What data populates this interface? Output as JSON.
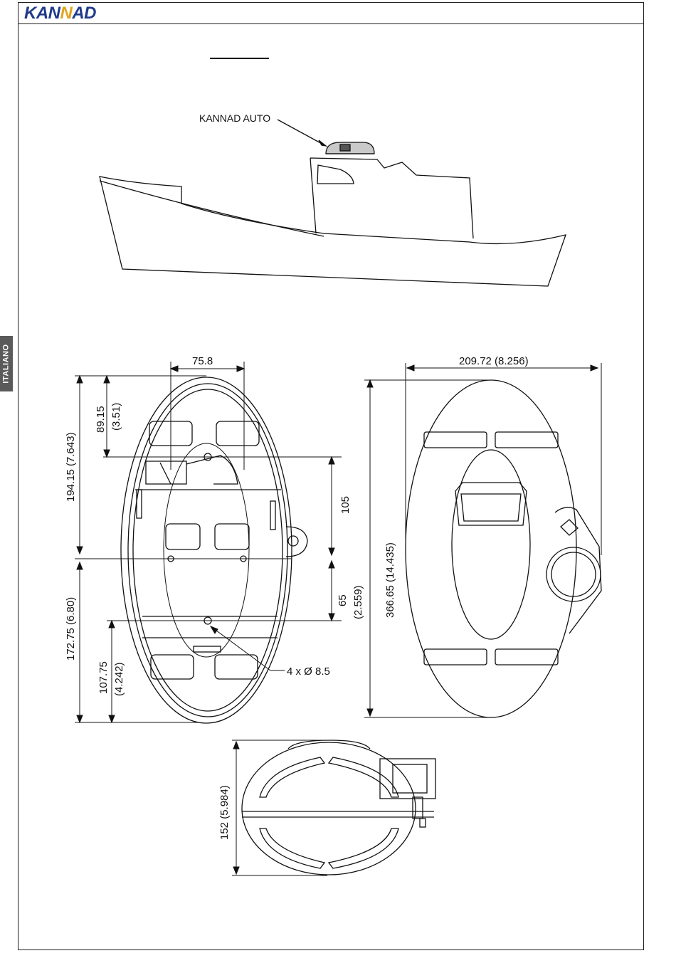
{
  "header": {
    "logo_part1": "KAN",
    "logo_part2": "N",
    "logo_part3": "AD"
  },
  "side_tab": {
    "label": "ITALIANO"
  },
  "boat_figure": {
    "callout_label": "KANNAD AUTO"
  },
  "top_view": {
    "width_dim": "75.8",
    "upper_height_mm": "194.15 (7.643)",
    "inner_top_mm": "89.15",
    "inner_top_in": "(3.51)",
    "lower_height_mm": "172.75 (6.80)",
    "inner_bottom_mm": "107.75",
    "inner_bottom_in": "(4.242)",
    "right_upper": "105",
    "right_lower_mm": "65",
    "right_lower_in": "(2.559)",
    "holes_label": "4 x Ø 8.5"
  },
  "front_view": {
    "width_dim": "209.72 (8.256)",
    "height_dim": "366.65 (14.435)"
  },
  "side_view": {
    "height_dim": "152 (5.984)"
  },
  "colors": {
    "line": "#111111",
    "logo_blue": "#1f3a8a",
    "logo_gold": "#e0a51c",
    "tab_gray": "#5a5a5a"
  }
}
